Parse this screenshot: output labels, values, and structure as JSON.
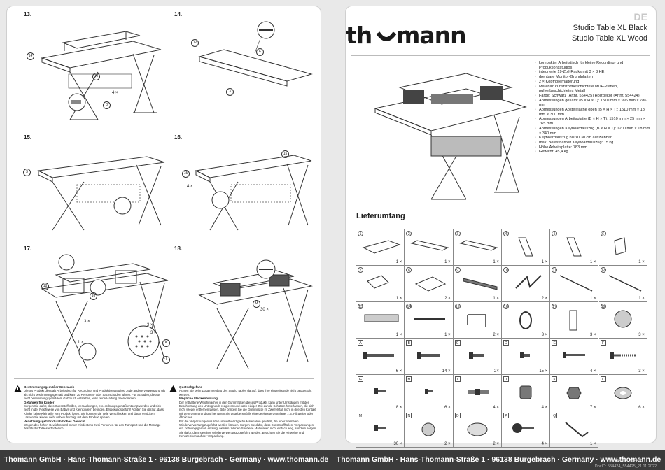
{
  "left_page": {
    "steps": [
      {
        "num": "13.",
        "callouts": [
          "14",
          "14",
          "4 ×",
          "D"
        ]
      },
      {
        "num": "14.",
        "callouts": [
          "12",
          "F",
          "3"
        ]
      },
      {
        "num": "15.",
        "callouts": [
          "3"
        ]
      },
      {
        "num": "16.",
        "callouts": [
          "15",
          "15",
          "4 ×"
        ]
      },
      {
        "num": "17.",
        "callouts": [
          "18",
          "16",
          "3 ×",
          "3 ×",
          "3 ×",
          "K",
          "I",
          "1 ×"
        ]
      },
      {
        "num": "18.",
        "callouts": [
          "M",
          "30 ×"
        ]
      }
    ],
    "warnings_left": {
      "title1": "Bestimmungsgemäßer Gebrauch",
      "text1": "Dieses Produkt dient als Arbeitstisch für Recording- und Produktionsstudios. Jede andere Verwendung gilt als nicht bestimmungsgemäß und kann zu Personen- oder Sachschäden führen. Für Schäden, die aus nicht bestimmungsgemäßem Gebrauch entstehen, wird keine Haftung übernommen.",
      "title2": "Gefahren für Kinder",
      "text2": "Sorgen Sie dafür, dass Kunststoffhüllen, Verpackungen, etc. ordnungsgemäß entsorgt werden und sich nicht in der Reichweite von Babys und Kleinkindern befinden. Erstickungsgefahr! Achten Sie darauf, dass Kinder keine Kleinteile vom Produkt lösen. Sie könnten die Teile verschlucken und daran ersticken! Lassen Sie Kinder nicht unbeaufsichtigt mit dem Produkt spielen.",
      "title3": "Verletzungsgefahr durch hohes Gewicht",
      "text3": "Wegen des hohen Gewichts sind immer mindestens zwei Personen für den Transport und die Montage des Studio Tables erforderlich."
    },
    "warnings_right": {
      "title1": "Quetschgefahr",
      "text1": "Achten Sie beim Zusammenbau des Studio Tables darauf, dass Ihre Finger/Hände nicht gequetscht werden.",
      "title2": "Mögliche Fleckenbildung",
      "text2": "Der enthaltene Weichmacher in den Gummifüßen dieses Produkts kann unter Umständen mit der Beschichtung des Untergrunds reagieren und nach einiger Zeit dunkle Schatten hinterlassen, die sich nicht wieder entfernen lassen. Bitte bringen Sie die Gummifüße im Zweifelsfall nicht in direkten Kontakt mit dem Untergrund und benutzen Sie gegebenenfalls eine geeignete Unterlage, z.B. Filzgleiter oder Ähnliches.",
      "text3": "Für die Verpackungen wurden umweltverträgliche Materialien gewählt, die einer normalen Wiederverwertung zugeführt werden können. Sorgen Sie dafür, dass Kunststoffhüllen, Verpackungen, etc. ordnungsgemäß entsorgt werden. Werfen Sie diese Materialien nicht einfach weg, sondern sorgen Sie dafür, dass sie einer Wiederverwertung zugeführt werden. Beachten Sie die Hinweise und Kennzeichen auf der Verpackung."
    }
  },
  "right_page": {
    "badge": "DE",
    "logo": "th⌣mann",
    "title1": "Studio Table XL Black",
    "title2": "Studio Table XL Wood",
    "features": [
      "kompakter Arbeitstisch für kleine Recording- und Produktionsstudios",
      "integrierte 19-Zoll-Racks mit 3 × 3 HE",
      "drehbare Monitor-Grundplatten",
      "2 × Kopfhörerhalterung",
      "Material: kunststoffbeschichtete MDF-Platten, pulverbeschichtetes Metall",
      "Farbe: Schwarz (Artnr. 554425) Holzdekor (Artnr. 554424)",
      "Abmessungen gesamt (B × H × T): 1510 mm × 996 mm × 786 mm",
      "Abmessungen Abstellfläche oben (B × H × T): 1510 mm × 18 mm × 300 mm",
      "Abmessungen Arbeitsplatte (B × H × T): 1510 mm × 25 mm × 765 mm",
      "Abmessungen Keyboardauszug (B × H × T): 1200 mm × 18 mm × 340 mm",
      "Keyboardauszug bis zu 30 cm ausziehbar",
      "max. Belastbarkeit Keyboardauszug: 15 kg",
      "Höhe Arbeitsplatte: 783 mm",
      "Gewicht: 45,4 kg"
    ],
    "section_title": "Lieferumfang",
    "parts": [
      {
        "label": "1",
        "qty": "1 ×",
        "shape": "panel"
      },
      {
        "label": "2",
        "qty": "1 ×",
        "shape": "board"
      },
      {
        "label": "3",
        "qty": "1 ×",
        "shape": "board"
      },
      {
        "label": "4",
        "qty": "1 ×",
        "shape": "bar"
      },
      {
        "label": "5",
        "qty": "1 ×",
        "shape": "bar"
      },
      {
        "label": "6",
        "qty": "1 ×",
        "shape": "box"
      },
      {
        "label": "7",
        "qty": "1 ×",
        "shape": "square"
      },
      {
        "label": "8",
        "qty": "2 ×",
        "shape": "plate"
      },
      {
        "label": "9",
        "qty": "1 ×",
        "shape": "rail"
      },
      {
        "label": "10",
        "qty": "2 ×",
        "shape": "zleg"
      },
      {
        "label": "11",
        "qty": "1 ×",
        "shape": "rod"
      },
      {
        "label": "12",
        "qty": "1 ×",
        "shape": "rod"
      },
      {
        "label": "13",
        "qty": "1 ×",
        "shape": "mesh"
      },
      {
        "label": "14",
        "qty": "1 ×",
        "shape": "slide"
      },
      {
        "label": "15",
        "qty": "2 ×",
        "shape": "hook"
      },
      {
        "label": "16",
        "qty": "3 ×",
        "shape": "ring"
      },
      {
        "label": "17",
        "qty": "3 ×",
        "shape": "bracket"
      },
      {
        "label": "18",
        "qty": "3 ×",
        "shape": "grommet"
      },
      {
        "label": "A",
        "qty": "6 ×",
        "shape": "longbolt"
      },
      {
        "label": "B",
        "qty": "14 ×",
        "shape": "bolt"
      },
      {
        "label": "C",
        "qty": "2×",
        "shape": "shortbolt"
      },
      {
        "label": "D",
        "qty": "15 ×",
        "shape": "smallbolt"
      },
      {
        "label": "E",
        "qty": "4 ×",
        "shape": "screw"
      },
      {
        "label": "F",
        "qty": "3 ×",
        "shape": "woodscrew"
      },
      {
        "label": "G",
        "qty": "8 ×",
        "shape": "smallscrew"
      },
      {
        "label": "H",
        "qty": "6 ×",
        "shape": "tinyscrew"
      },
      {
        "label": "I",
        "qty": "4 ×",
        "shape": "dowel"
      },
      {
        "label": "J",
        "qty": "4 ×",
        "shape": "camlock"
      },
      {
        "label": "K",
        "qty": "7 ×",
        "shape": "nut"
      },
      {
        "label": "L",
        "qty": "6 ×",
        "shape": "washer"
      },
      {
        "label": "M",
        "qty": "30 ×",
        "shape": "smallscrew"
      },
      {
        "label": "N",
        "qty": "2 ×",
        "shape": "disc"
      },
      {
        "label": "O",
        "qty": "2 ×",
        "shape": "bigdisc"
      },
      {
        "label": "P",
        "qty": "4 ×",
        "shape": "knob"
      },
      {
        "label": "Q",
        "qty": "1 ×",
        "shape": "allen"
      }
    ]
  },
  "footer": {
    "left": "Thomann GmbH · Hans-Thomann-Straße 1 · 96138 Burgebrach · Germany · www.thomann.de",
    "right": "Thomann GmbH · Hans-Thomann-Straße 1 · 96138 Burgebrach · Germany · www.thomann.de",
    "doc_line1": "SG 554424_554425",
    "doc_line2": "DocID: 554424_554425_21.11.2022"
  }
}
